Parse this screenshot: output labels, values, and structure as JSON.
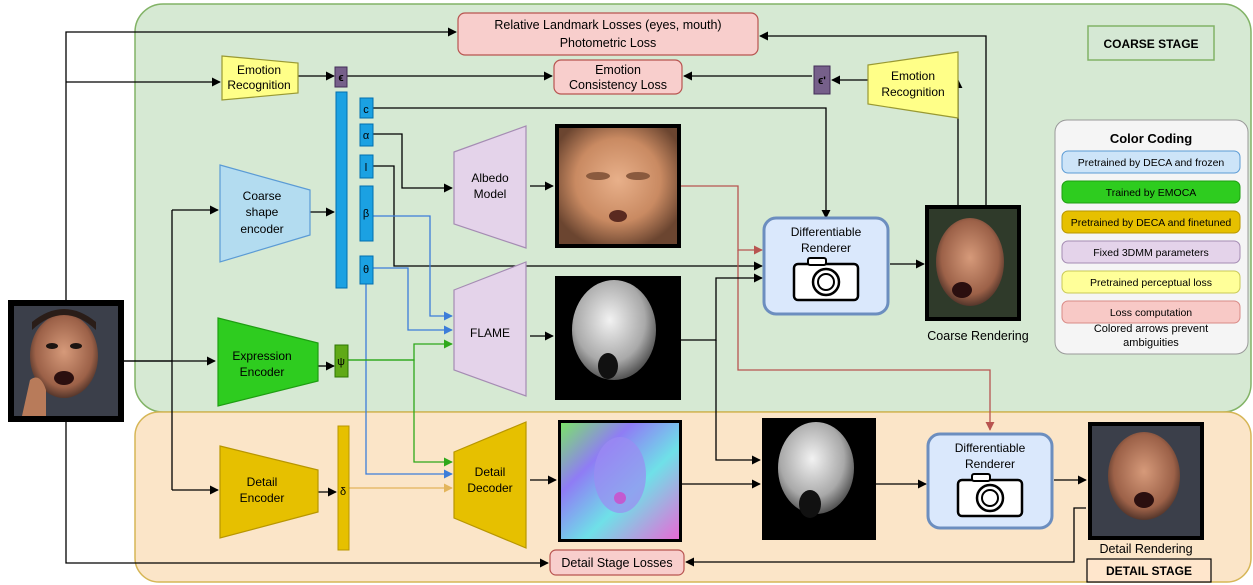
{
  "stages": {
    "coarse_label": "COARSE STAGE",
    "detail_label": "DETAIL STAGE"
  },
  "losses": {
    "landmark_line1": "Relative Landmark Losses (eyes, mouth)",
    "landmark_line2": "Photometric Loss",
    "emotion_line1": "Emotion",
    "emotion_line2": "Consistency Loss",
    "detail": "Detail Stage Losses"
  },
  "modules": {
    "emotion_recog_left_1": "Emotion",
    "emotion_recog_left_2": "Recognition",
    "emotion_recog_right_1": "Emotion",
    "emotion_recog_right_2": "Recognition",
    "coarse_encoder_1": "Coarse",
    "coarse_encoder_2": "shape",
    "coarse_encoder_3": "encoder",
    "expression_encoder_1": "Expression",
    "expression_encoder_2": "Encoder",
    "detail_encoder_1": "Detail",
    "detail_encoder_2": "Encoder",
    "albedo_model_1": "Albedo",
    "albedo_model_2": "Model",
    "flame": "FLAME",
    "detail_decoder_1": "Detail",
    "detail_decoder_2": "Decoder",
    "renderer_1": "Differentiable",
    "renderer_2": "Renderer"
  },
  "params": {
    "epsilon": "ϵ",
    "epsilon_prime": "ϵ'",
    "c": "c",
    "alpha": "α",
    "l": "l",
    "beta": "β",
    "theta": "θ",
    "psi": "ψ",
    "delta": "δ"
  },
  "captions": {
    "coarse_rendering": "Coarse Rendering",
    "detail_rendering": "Detail Rendering"
  },
  "legend": {
    "title": "Color Coding",
    "items": [
      {
        "label": "Pretrained by DECA and frozen",
        "color": "#cde4f8",
        "border": "#5b9bd5"
      },
      {
        "label": "Trained by EMOCA",
        "color": "#2ecc1f",
        "border": "#1e9e12"
      },
      {
        "label": "Pretrained by DECA and finetuned",
        "color": "#e6c000",
        "border": "#b89600"
      },
      {
        "label": "Fixed 3DMM parameters",
        "color": "#e4d3ea",
        "border": "#a58cb3"
      },
      {
        "label": "Pretrained perceptual loss",
        "color": "#ffff99",
        "border": "#c9c957"
      },
      {
        "label": "Loss computation",
        "color": "#f8c9c6",
        "border": "#d98a86"
      }
    ],
    "note_line1": "Colored arrows prevent",
    "note_line2": "ambiguities"
  },
  "colors": {
    "coarse_bg": "#d6e9d3",
    "coarse_border": "#82b366",
    "detail_bg": "#fbe5c8",
    "detail_border": "#d6b656",
    "encoder_blue": "#b3dcf0",
    "param_blue": "#1ba1e2",
    "green": "#2ecc1f",
    "gold": "#e6c000",
    "purple": "#e4d3ea",
    "yellow": "#ffff88",
    "loss_pink": "#f8cecc",
    "renderer_bg": "#dae8fc",
    "renderer_border": "#6c8ebf",
    "arrow_blue": "#3c7dd9",
    "arrow_green": "#2ea81a",
    "arrow_red": "#b85450",
    "arrow_gold": "#e3b55b"
  },
  "icons": {
    "camera": "camera-icon",
    "input_face": "input-face-photo",
    "albedo_texture": "albedo-texture-image",
    "flame_mesh": "flame-mesh-image",
    "normal_map": "normal-map-image",
    "detail_mesh": "detail-mesh-image",
    "coarse_render": "coarse-rendering-image",
    "detail_render": "detail-rendering-image"
  }
}
